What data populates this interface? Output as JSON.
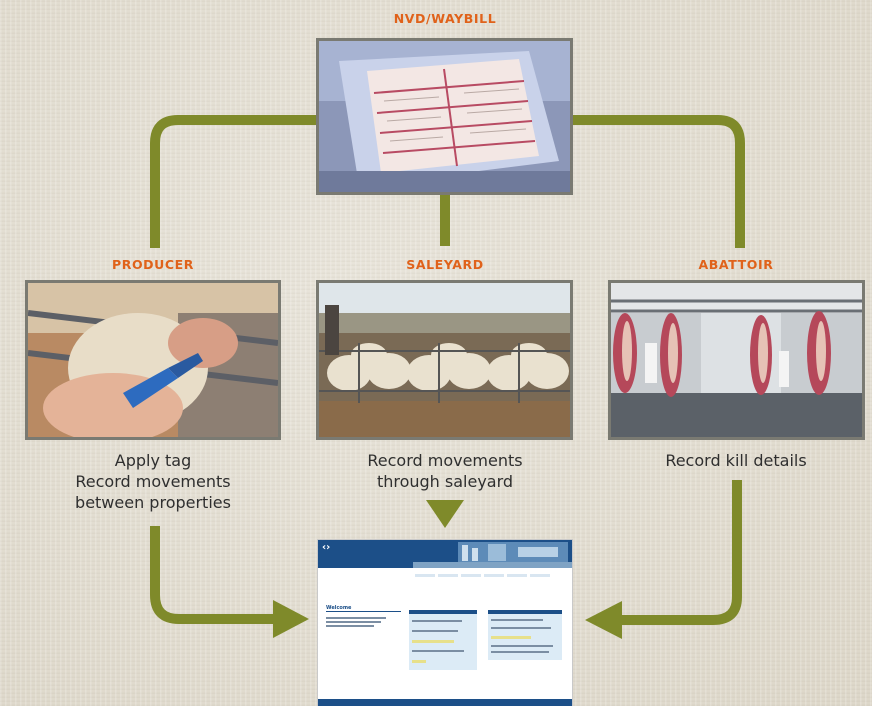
{
  "nodes": {
    "nvd": {
      "heading": "NVD/WAYBILL"
    },
    "producer": {
      "heading": "PRODUCER",
      "lines": [
        "Apply tag",
        "Record movements",
        "between properties"
      ]
    },
    "saleyard": {
      "heading": "SALEYARD",
      "lines": [
        "Record movements",
        "through saleyard"
      ]
    },
    "abattoir": {
      "heading": "ABATTOIR",
      "lines": [
        "Record kill details"
      ]
    }
  },
  "website": {
    "panel_heading": "Welcome"
  },
  "colors": {
    "connector": "#7f8a2a",
    "heading": "#e0621a",
    "text": "#2f2f2f",
    "photo_border": "#7a7a72"
  }
}
